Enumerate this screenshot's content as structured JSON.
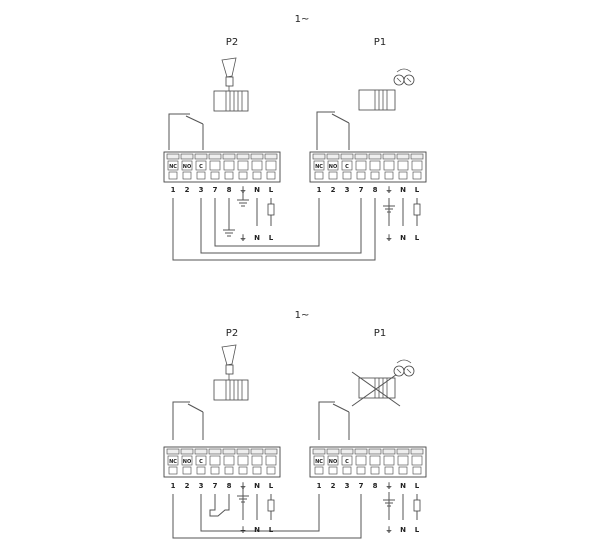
{
  "diagrams": [
    {
      "title": "1~",
      "pump_labels": [
        "P2",
        "P1"
      ],
      "left_terminals": {
        "box_labels": [
          "NC",
          "NO",
          "C"
        ],
        "numbers": [
          "1",
          "2",
          "3",
          "7",
          "8",
          "⏚",
          "N",
          "L"
        ]
      },
      "right_terminals": {
        "box_labels": [
          "NC",
          "NO",
          "C"
        ],
        "numbers": [
          "1",
          "2",
          "3",
          "7",
          "8",
          "⏚",
          "N",
          "L"
        ]
      },
      "supply_left": [
        "⏚",
        "N",
        "L"
      ],
      "supply_right": [
        "⏚",
        "N",
        "L"
      ]
    },
    {
      "title": "1~",
      "pump_labels": [
        "P2",
        "P1"
      ],
      "left_terminals": {
        "box_labels": [
          "NC",
          "NO",
          "C"
        ],
        "numbers": [
          "1",
          "2",
          "3",
          "7",
          "8",
          "⏚",
          "N",
          "L"
        ]
      },
      "right_terminals": {
        "box_labels": [
          "NC",
          "NO",
          "C"
        ],
        "numbers": [
          "1",
          "2",
          "3",
          "7",
          "8",
          "⏚",
          "N",
          "L"
        ]
      },
      "supply_left": [
        "⏚",
        "N",
        "L"
      ],
      "supply_right": [
        "⏚",
        "N",
        "L"
      ]
    }
  ],
  "colors": {
    "line": "#555555",
    "text": "#222222",
    "background": "#ffffff"
  }
}
